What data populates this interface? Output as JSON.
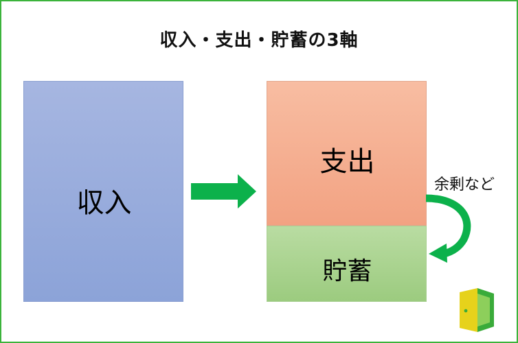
{
  "title": "収入・支出・貯蓄の3軸",
  "boxes": {
    "income": "収入",
    "expense": "支出",
    "savings": "貯蓄"
  },
  "annotation": "余剰など",
  "colors": {
    "frame": "#3bb33b",
    "income": "#95abdb",
    "expense": "#f4ad8f",
    "savings": "#a9d38e",
    "arrow": "#0cb14b"
  },
  "icons": [
    "right-arrow-icon",
    "curved-arrow-icon",
    "door-logo-icon"
  ]
}
